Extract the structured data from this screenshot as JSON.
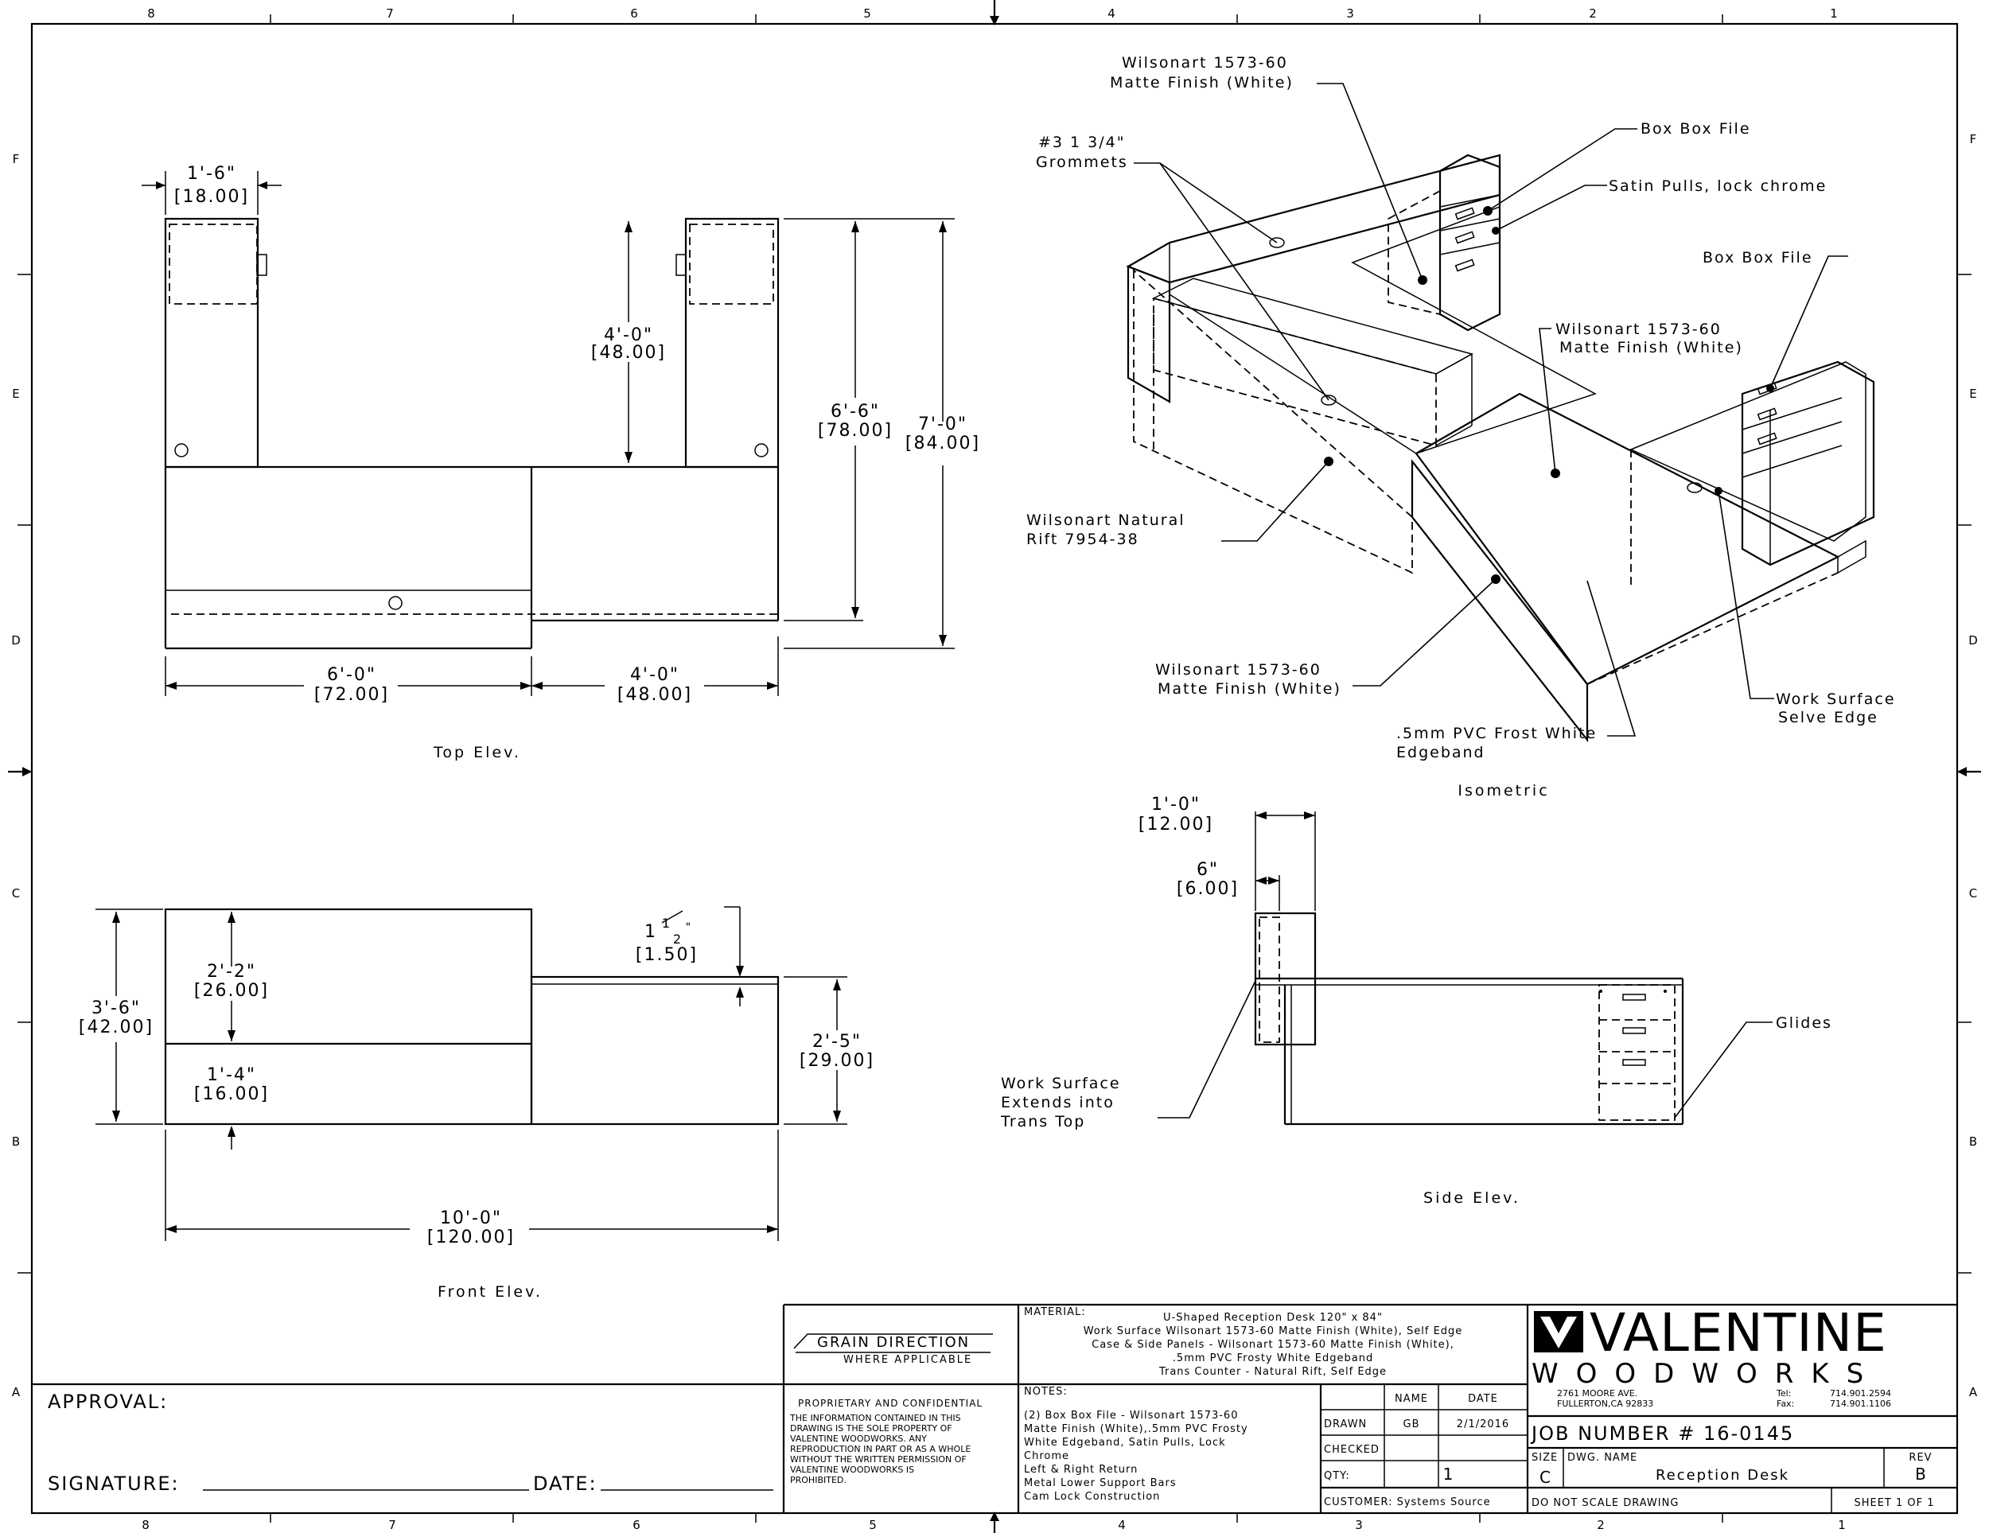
{
  "zones": {
    "cols_top": [
      "8",
      "7",
      "6",
      "5",
      "4",
      "3",
      "2",
      "1"
    ],
    "cols_bottom": [
      "8",
      "7",
      "6",
      "5",
      "4",
      "3",
      "2",
      "1"
    ],
    "rows_left": [
      "F",
      "E",
      "D",
      "C",
      "B",
      "A"
    ],
    "rows_right": [
      "F",
      "E",
      "D",
      "C",
      "B",
      "A"
    ]
  },
  "top_elev": {
    "caption": "Top Elev.",
    "dim_top_imp": "1'-6\"",
    "dim_top_dec": "[18.00]",
    "dim_left_w_imp": "6'-0\"",
    "dim_left_w_dec": "[72.00]",
    "dim_right_w_imp": "4'-0\"",
    "dim_right_w_dec": "[48.00]",
    "dim_hutch_imp": "4'-0\"",
    "dim_hutch_dec": "[48.00]",
    "dim_d1_imp": "6'-6\"",
    "dim_d1_dec": "[78.00]",
    "dim_d2_imp": "7'-0\"",
    "dim_d2_dec": "[84.00]"
  },
  "front_elev": {
    "caption": "Front Elev.",
    "dim_total_imp": "3'-6\"",
    "dim_total_dec": "[42.00]",
    "dim_upper_imp": "2'-2\"",
    "dim_upper_dec": "[26.00]",
    "dim_lower_imp": "1'-4\"",
    "dim_lower_dec": "[16.00]",
    "dim_top_frac_whole": "1",
    "dim_top_frac_num": "1",
    "dim_top_frac_den": "2",
    "dim_top_frac_unit": "\"",
    "dim_top_dec": "[1.50]",
    "dim_ws_imp": "2'-5\"",
    "dim_ws_dec": "[29.00]",
    "dim_len_imp": "10'-0\"",
    "dim_len_dec": "[120.00]"
  },
  "isometric": {
    "caption": "Isometric",
    "callout_wilsonart_top_1": "Wilsonart 1573-60",
    "callout_wilsonart_top_2": "Matte Finish (White)",
    "callout_grommets_1": "#3 1 3/4\"",
    "callout_grommets_2": "Grommets",
    "callout_boxfile_1": "Box Box File",
    "callout_satin": "Satin Pulls, lock chrome",
    "callout_boxfile_2": "Box Box File",
    "callout_mid_1": "Wilsonart 1573-60",
    "callout_mid_2": "Matte Finish (White)",
    "callout_natural_1": "Wilsonart Natural",
    "callout_natural_2": "Rift 7954-38",
    "callout_front_1": "Wilsonart 1573-60",
    "callout_front_2": "Matte Finish (White)",
    "callout_pvc_1": ".5mm PVC Frost White",
    "callout_pvc_2": "Edgeband",
    "callout_ws_1": "Work Surface",
    "callout_ws_2": "Selve Edge"
  },
  "side_elev": {
    "caption": "Side Elev.",
    "dim_a_imp": "1'-0\"",
    "dim_a_dec": "[12.00]",
    "dim_b_imp": "6\"",
    "dim_b_dec": "[6.00]",
    "callout_glides": "Glides",
    "callout_ws_1": "Work Surface",
    "callout_ws_2": "Extends into",
    "callout_ws_3": "Trans Top"
  },
  "title_block": {
    "approval": "APPROVAL:",
    "signature": "SIGNATURE:",
    "date": "DATE:",
    "grain_1": "GRAIN DIRECTION",
    "grain_2": "WHERE APPLICABLE",
    "prop_title": "PROPRIETARY AND CONFIDENTIAL",
    "prop_lines": [
      "THE INFORMATION CONTAINED IN THIS",
      "DRAWING IS THE SOLE PROPERTY OF",
      "VALENTINE WOODWORKS.  ANY",
      "REPRODUCTION IN PART OR AS A WHOLE",
      "WITHOUT THE WRITTEN PERMISSION OF",
      "VALENTINE WOODWORKS IS",
      "PROHIBITED."
    ],
    "material_label": "MATERIAL:",
    "material_lines": [
      "U-Shaped Reception Desk 120\" x 84\"",
      "Work Surface Wilsonart 1573-60 Matte Finish (White), Self Edge",
      "Case & Side Panels - Wilsonart 1573-60 Matte Finish (White),",
      ".5mm PVC Frosty White Edgeband",
      "Trans Counter - Natural Rift, Self Edge"
    ],
    "notes_label": "NOTES:",
    "notes_lines": [
      "(2) Box Box File - Wilsonart 1573-60",
      "Matte Finish (White),.5mm PVC Frosty",
      "White Edgeband, Satin Pulls, Lock",
      "Chrome",
      "Left & Right Return",
      "Metal Lower Support Bars",
      "Cam Lock Construction"
    ],
    "col_name": "NAME",
    "col_date": "DATE",
    "row_drawn": "DRAWN",
    "drawn_name": "GB",
    "drawn_date": "2/1/2016",
    "row_checked": "CHECKED",
    "row_qty": "QTY:",
    "qty": "1",
    "customer": "CUSTOMER: Systems Source",
    "company_1": "VALENTINE",
    "company_2": "WOODWORKS",
    "addr_1": "2761 MOORE AVE.",
    "addr_2": "FULLERTON,CA 92833",
    "tel_label": "Tel:",
    "tel": "714.901.2594",
    "fax_label": "Fax:",
    "fax": "714.901.1106",
    "job": "JOB NUMBER # 16-0145",
    "size_label": "SIZE",
    "size": "C",
    "dwg_label": "DWG.  NAME",
    "dwg": "Reception Desk",
    "rev_label": "REV",
    "rev": "B",
    "noscale": "DO NOT SCALE DRAWING",
    "sheet": "SHEET 1 OF 1"
  }
}
